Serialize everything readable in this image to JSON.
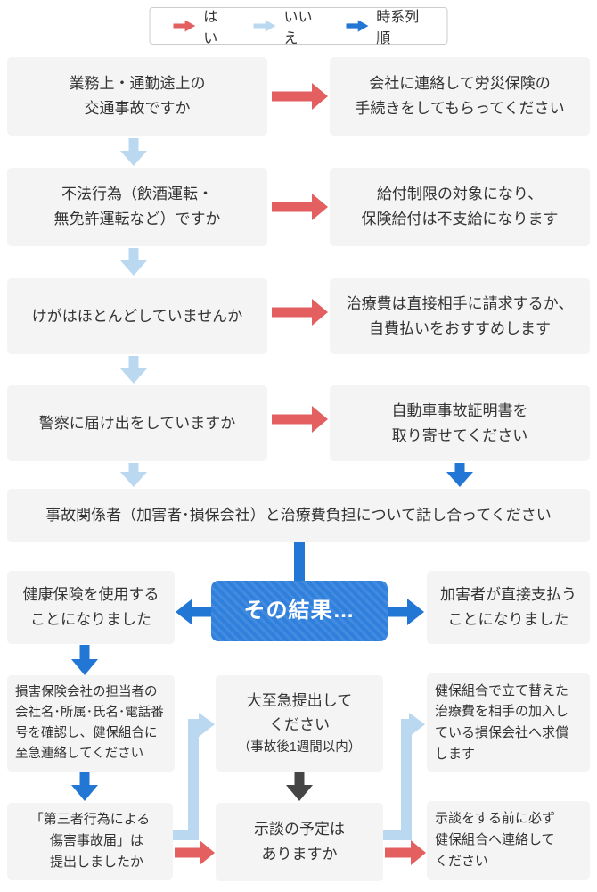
{
  "colors": {
    "yes": "#e45f5f",
    "no": "#bad8f0",
    "seq": "#2277d4",
    "dark": "#454545",
    "box_bg": "#f4f4f4",
    "text": "#333333",
    "result_bg": "#2f80dc",
    "legend_border": "#cccccc",
    "page_bg": "#ffffff"
  },
  "legend": {
    "items": [
      {
        "id": "yes",
        "label": "はい"
      },
      {
        "id": "no",
        "label": "いいえ"
      },
      {
        "id": "sequence",
        "label": "時系列順"
      }
    ]
  },
  "flow": {
    "q1": {
      "question": "業務上・通勤途上の\n交通事故ですか",
      "answer": "会社に連絡して労災保険の\n手続きをしてもらってください"
    },
    "q2": {
      "question": "不法行為（飲酒運転・\n無免許運転など）ですか",
      "answer": "給付制限の対象になり、\n保険給付は不支給になります"
    },
    "q3": {
      "question": "けがはほとんどしていませんか",
      "answer": "治療費は直接相手に請求するか、\n自費払いをおすすめします"
    },
    "q4": {
      "question": "警察に届け出をしていますか",
      "answer": "自動車事故証明書を\n取り寄せてください"
    },
    "discuss": "事故関係者（加害者･損保会社）と治療費負担について話し合ってください",
    "result": {
      "title": "その結果…",
      "left": "健康保険を使用する\nことになりました",
      "right": "加害者が直接支払う\nことになりました"
    },
    "health_path": {
      "insurer_info": "損害保険会社の担当者の\n会社名･所属･氏名･電話番\n号を確認し、健保組合に\n至急連絡してください",
      "report_question": "「第三者行為による\n　傷害事故届」は\n　提出しましたか"
    },
    "middle_path": {
      "submit_main": "大至急提出して\nください",
      "submit_note": "（事故後1週間以内）",
      "settlement_question": "示談の予定は\nありますか"
    },
    "direct_path": {
      "recover": "健保組合で立て替えた\n治療費を相手の加入し\nている損保会社へ求償\nします",
      "contact_before": "示談をする前に必ず\n健保組合へ連絡して\nください"
    }
  }
}
